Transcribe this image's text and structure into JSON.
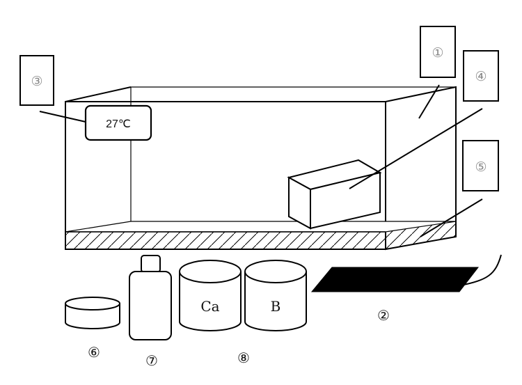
{
  "labels": {
    "l1": "①",
    "l2": "②",
    "l3": "③",
    "l4": "④",
    "l5": "⑤",
    "l6": "⑥",
    "l7": "⑦",
    "l8": "⑧"
  },
  "thermometer": {
    "reading": "27℃"
  },
  "jars": {
    "left": "Ca",
    "right": "B"
  },
  "colors": {
    "line": "#000000",
    "label_text": "#888888",
    "heater_pad": "#000000"
  }
}
